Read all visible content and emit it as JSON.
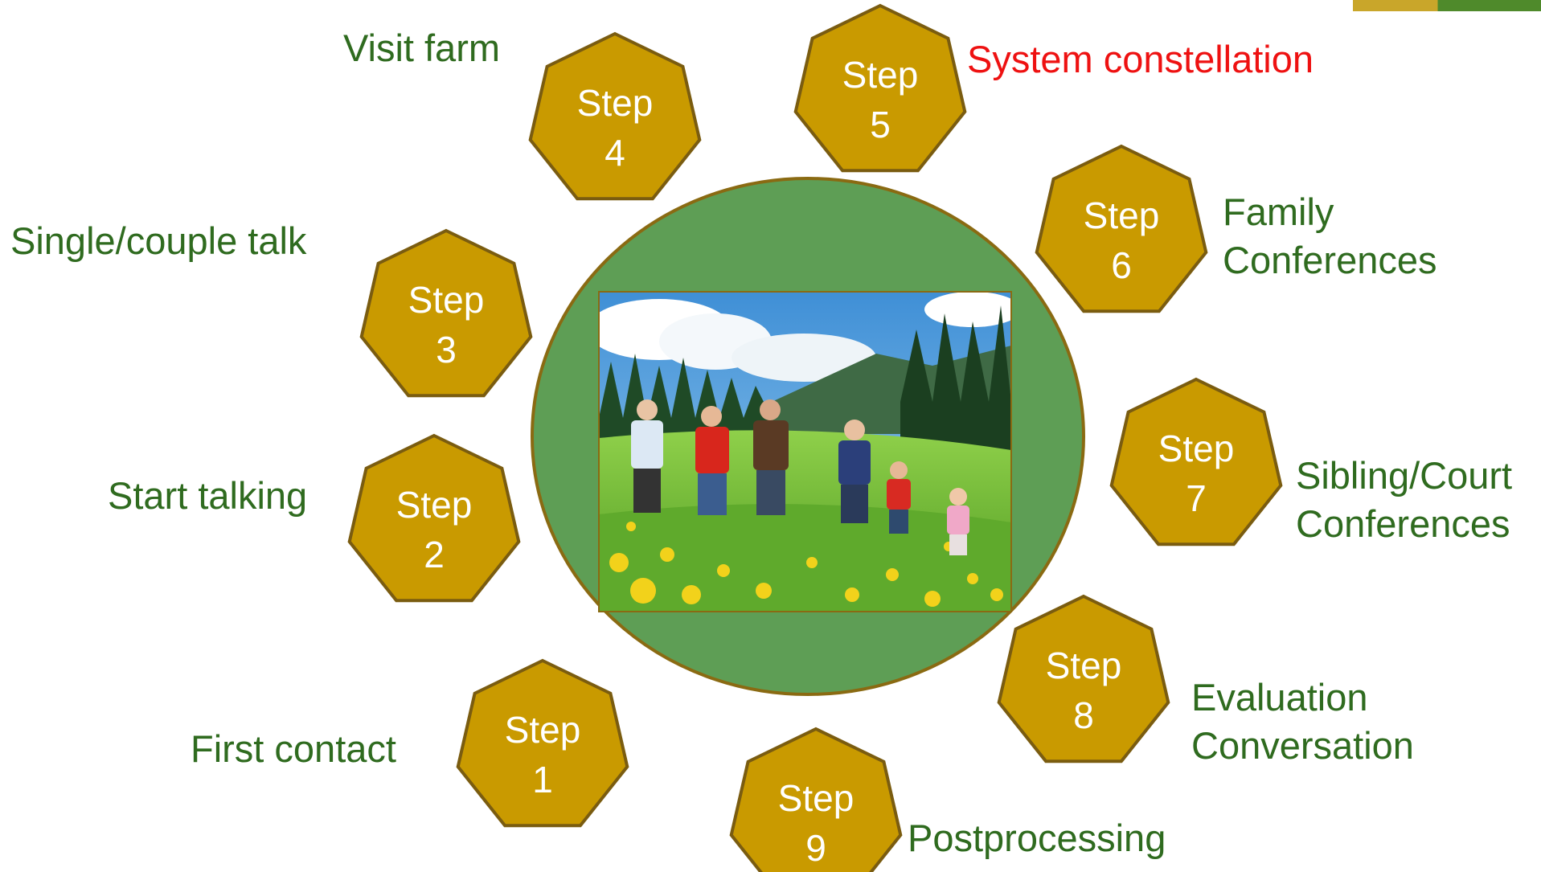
{
  "steps": [
    {
      "label": "Step",
      "number": "1",
      "description": [
        "First contact"
      ]
    },
    {
      "label": "Step",
      "number": "2",
      "description": [
        "Start talking"
      ]
    },
    {
      "label": "Step",
      "number": "3",
      "description": [
        "Single/couple talk"
      ]
    },
    {
      "label": "Step",
      "number": "4",
      "description": [
        "Visit farm"
      ]
    },
    {
      "label": "Step",
      "number": "5",
      "description": [
        "System constellation"
      ],
      "highlight": true
    },
    {
      "label": "Step",
      "number": "6",
      "description": [
        "Family",
        "Conferences"
      ]
    },
    {
      "label": "Step",
      "number": "7",
      "description": [
        "Sibling/Court",
        "Conferences"
      ]
    },
    {
      "label": "Step",
      "number": "8",
      "description": [
        "Evaluation",
        "Conversation"
      ]
    },
    {
      "label": "Step",
      "number": "9",
      "description": [
        "Postprocessing"
      ]
    }
  ],
  "colors": {
    "heptagon_fill": "#c99a00",
    "heptagon_stroke": "#7a5c10",
    "step_text": "#ffffff",
    "label_text": "#2f6b1f",
    "highlight_text": "#ee1111",
    "circle_fill": "#5e9e55",
    "circle_stroke": "#8a6a12"
  },
  "center_image": {
    "icon": "family-walking-in-meadow-photo"
  }
}
